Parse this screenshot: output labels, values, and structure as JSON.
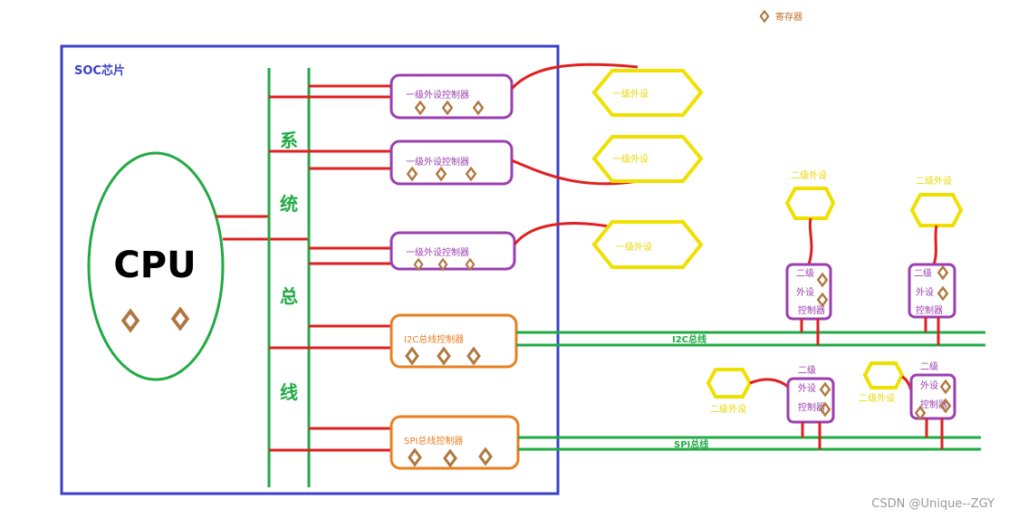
{
  "legend": {
    "register": "寄存器"
  },
  "soc": {
    "label": "SOC芯片"
  },
  "cpu": {
    "label": "CPU"
  },
  "system_bus": {
    "chars": [
      "系",
      "统",
      "总",
      "线"
    ]
  },
  "primary_controllers": [
    {
      "label": "一级外设控制器"
    },
    {
      "label": "一级外设控制器"
    },
    {
      "label": "一级外设控制器"
    }
  ],
  "primary_peripherals": [
    {
      "label": "一级外设"
    },
    {
      "label": "一级外设"
    },
    {
      "label": "一级外设"
    }
  ],
  "i2c": {
    "controller_label": "I2C总线控制器",
    "bus_label": "I2C总线"
  },
  "spi": {
    "controller_label": "SPI总线控制器",
    "bus_label": "SPI总线"
  },
  "secondary_controller_lines": [
    "二级",
    "外设",
    "控制器"
  ],
  "secondary_peripheral_label": "二级外设",
  "watermark": "CSDN @Unique--ZGY",
  "colors": {
    "soc_border": "#3a40c8",
    "cpu": "#22aa44",
    "bus": "#22aa44",
    "wire": "#e02020",
    "primary_controller": "#9b3fb0",
    "bus_controller": "#e87f20",
    "peripheral": "#f0e000",
    "register": "#b07840"
  }
}
